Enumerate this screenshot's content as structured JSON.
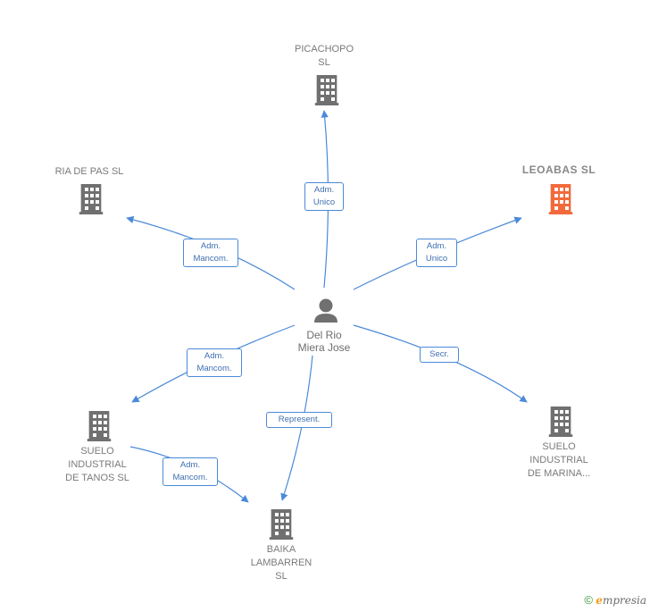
{
  "center": {
    "name_line1": "Del Rio",
    "name_line2": "Miera Jose",
    "icon": "person-icon"
  },
  "companies": {
    "picachopo": {
      "line1": "PICACHOPO",
      "line2": "SL",
      "icon": "building-icon",
      "color": "#707070"
    },
    "ria_de_pas": {
      "line1": "RIA DE PAS  SL",
      "icon": "building-icon",
      "color": "#707070"
    },
    "leoabas": {
      "line1": "LEOABAS  SL",
      "icon": "building-icon",
      "color": "#f26a3c"
    },
    "suelo_tanos": {
      "line1": "SUELO",
      "line2": "INDUSTRIAL",
      "line3": "DE TANOS SL",
      "icon": "building-icon",
      "color": "#707070"
    },
    "suelo_marina": {
      "line1": "SUELO",
      "line2": "INDUSTRIAL",
      "line3": "DE MARINA...",
      "icon": "building-icon",
      "color": "#707070"
    },
    "baika": {
      "line1": "BAIKA",
      "line2": "LAMBARREN",
      "line3": "SL",
      "icon": "building-icon",
      "color": "#707070"
    }
  },
  "relations": {
    "picachopo": {
      "line1": "Adm.",
      "line2": "Unico"
    },
    "ria_de_pas": {
      "line1": "Adm.",
      "line2": "Mancom."
    },
    "leoabas": {
      "line1": "Adm.",
      "line2": "Unico"
    },
    "suelo_tanos": {
      "line1": "Adm.",
      "line2": "Mancom."
    },
    "suelo_marina": {
      "line1": "Secr."
    },
    "baika": {
      "line1": "Represent."
    },
    "tanos_baika": {
      "line1": "Adm.",
      "line2": "Mancom."
    }
  },
  "colors": {
    "edge": "#4a8ad8",
    "accent": "#f26a3c",
    "node": "#707070"
  },
  "footer": {
    "copyright": "©",
    "brand_initial": "e",
    "brand_rest": "mpresia"
  }
}
